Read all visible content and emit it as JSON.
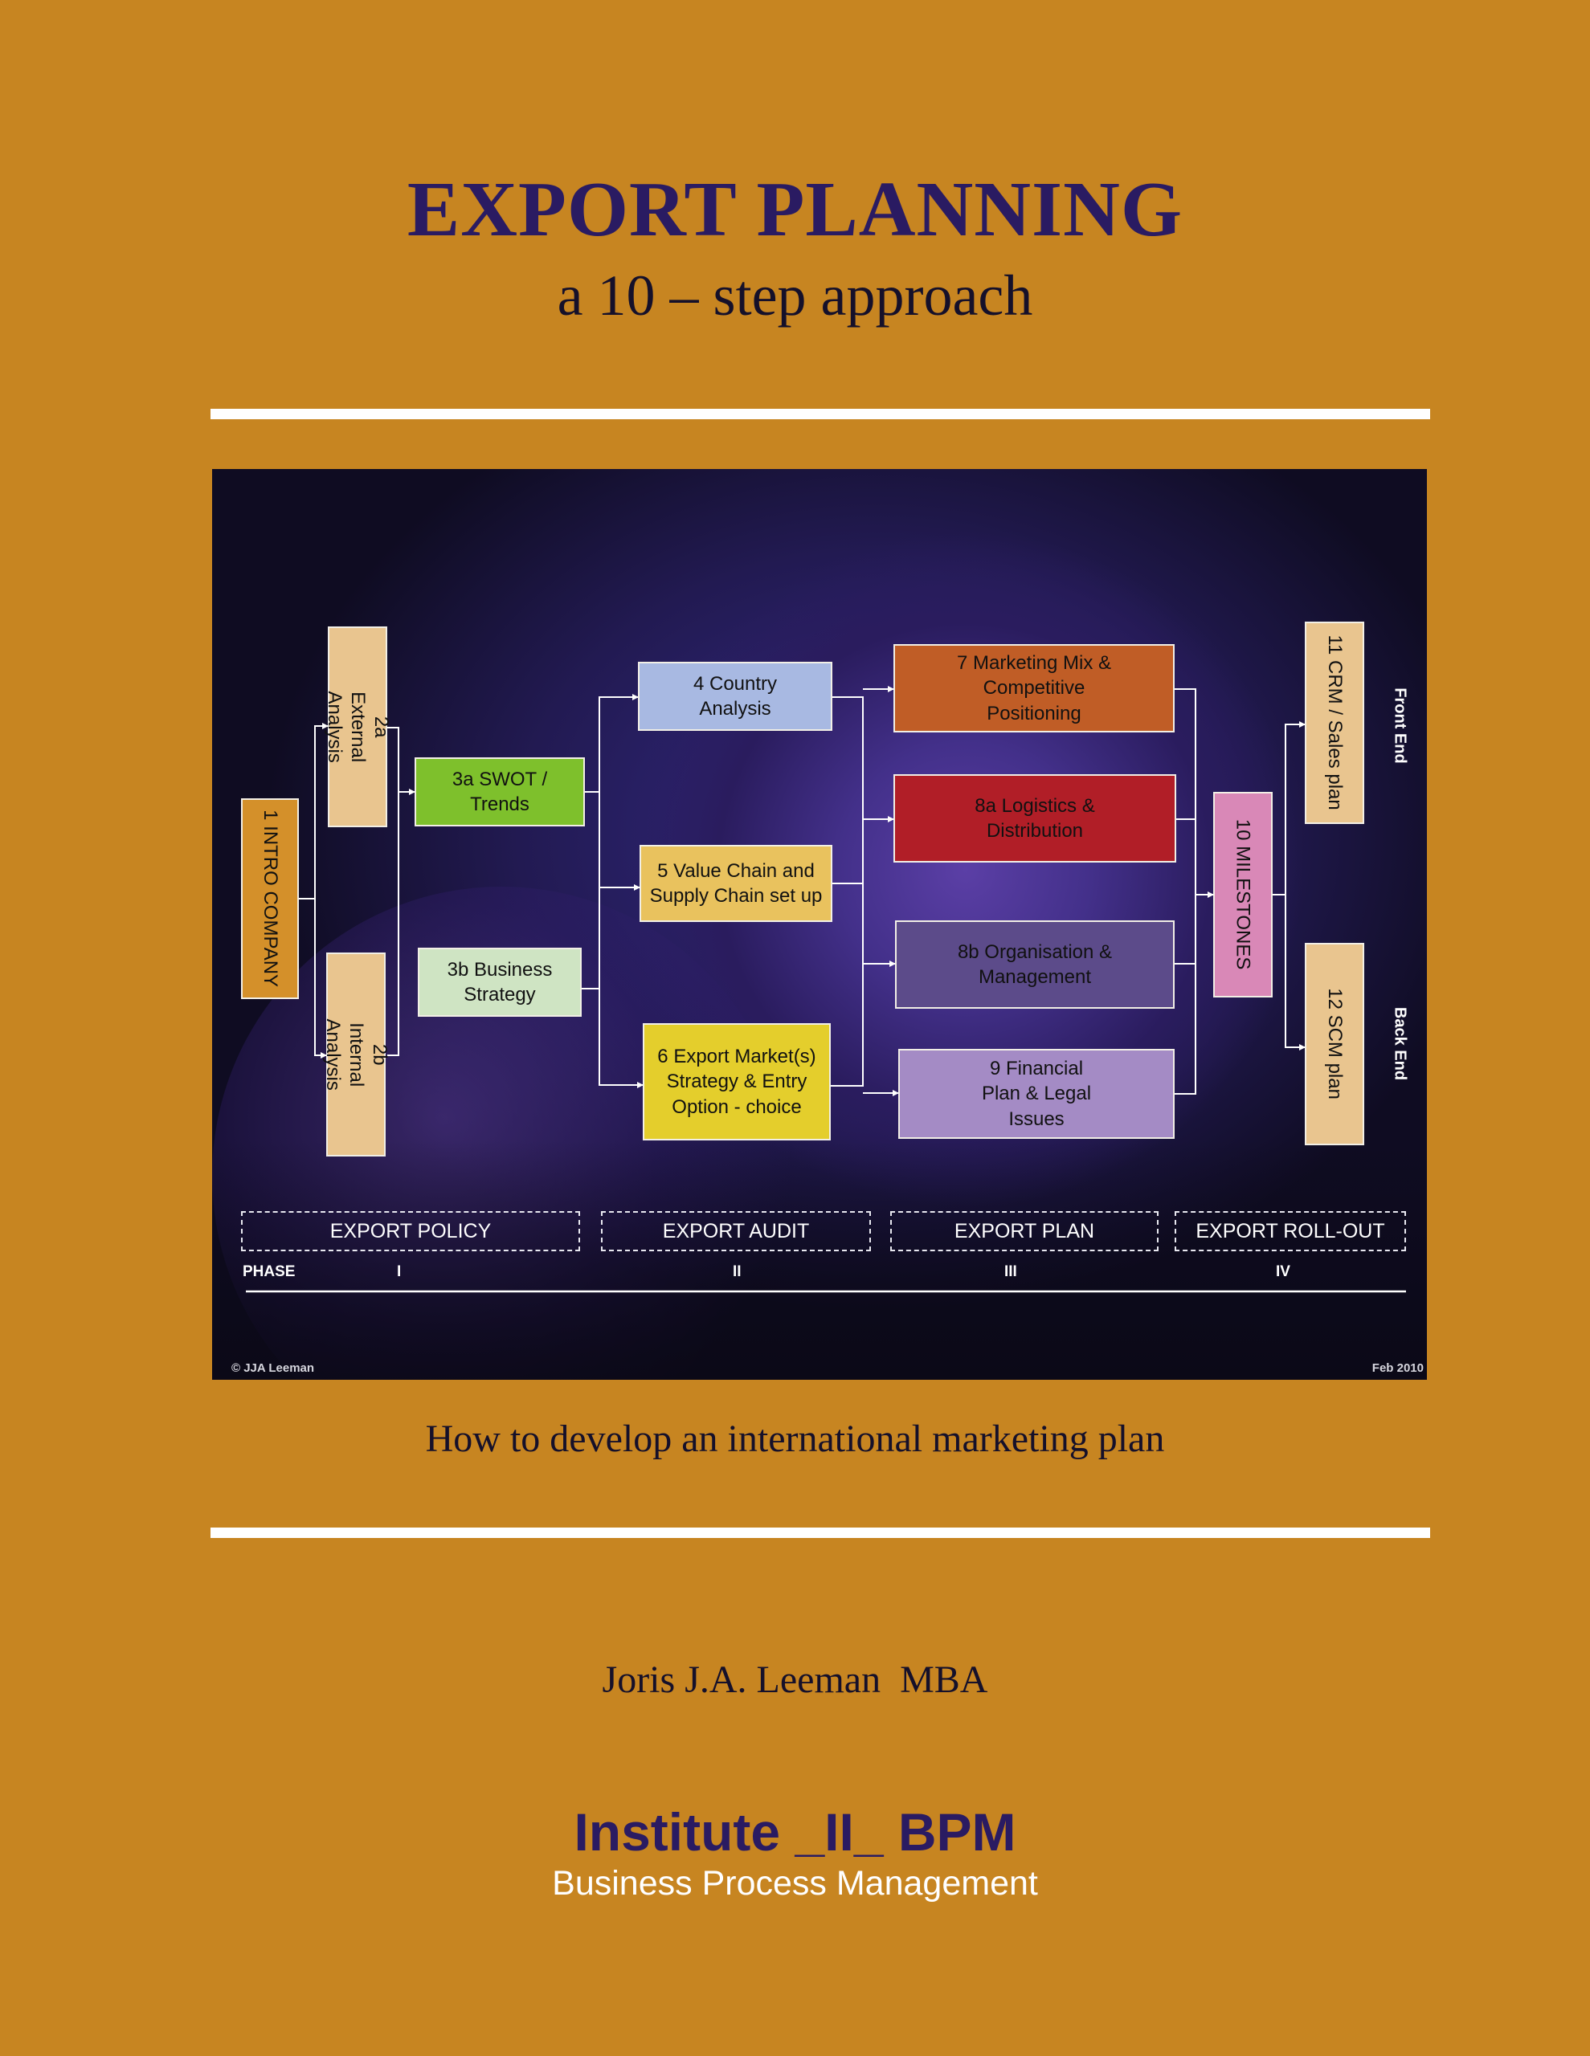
{
  "cover": {
    "title": "EXPORT PLANNING",
    "subtitle": "a 10 – step approach",
    "tagline": "How to develop an international marketing plan",
    "author": "Joris J.A. Leeman  MBA",
    "institute_name": "Institute _II_ BPM",
    "institute_subtitle": "Business Process Management"
  },
  "diagram": {
    "boxes": {
      "b1": "1 INTRO COMPANY",
      "b2a": "2a External Analysis",
      "b2b": "2b Internal Analysis",
      "b3a": "3a SWOT / Trends",
      "b3b": "3b Business Strategy",
      "b4": "4 Country Analysis",
      "b5": "5 Value Chain and Supply Chain set up",
      "b6": "6 Export Market(s) Strategy & Entry Option - choice",
      "b7": "7 Marketing Mix & Competitive Positioning",
      "b8a": "8a Logistics & Distribution",
      "b8b": "8b Organisation & Management",
      "b9": "9 Financial Plan & Legal Issues",
      "b10": "10 MILESTONES",
      "b11": "11 CRM / Sales plan",
      "b12": "12 SCM plan"
    },
    "side_labels": {
      "front": "Front End",
      "back": "Back End"
    },
    "phases": [
      "EXPORT POLICY",
      "EXPORT AUDIT",
      "EXPORT PLAN",
      "EXPORT ROLL-OUT"
    ],
    "phase_label": "PHASE",
    "phase_numbers": [
      "I",
      "II",
      "III",
      "IV"
    ],
    "copyright": "© JJA Leeman",
    "date": "Feb  2010",
    "colors": {
      "b1": "#d4902a",
      "b2": "#e9c58f",
      "b3a": "#7ec02c",
      "b3b": "#cfe4c3",
      "b4": "#a8b9e2",
      "b5": "#e9c25e",
      "b6": "#e4ce2c",
      "b7": "#c05d26",
      "b8a": "#b11e27",
      "b8b": "#5c4b8a",
      "b9": "#a48bc5",
      "b10": "#d988b7",
      "b11": "#e9c58f",
      "b12": "#e9c58f"
    }
  }
}
